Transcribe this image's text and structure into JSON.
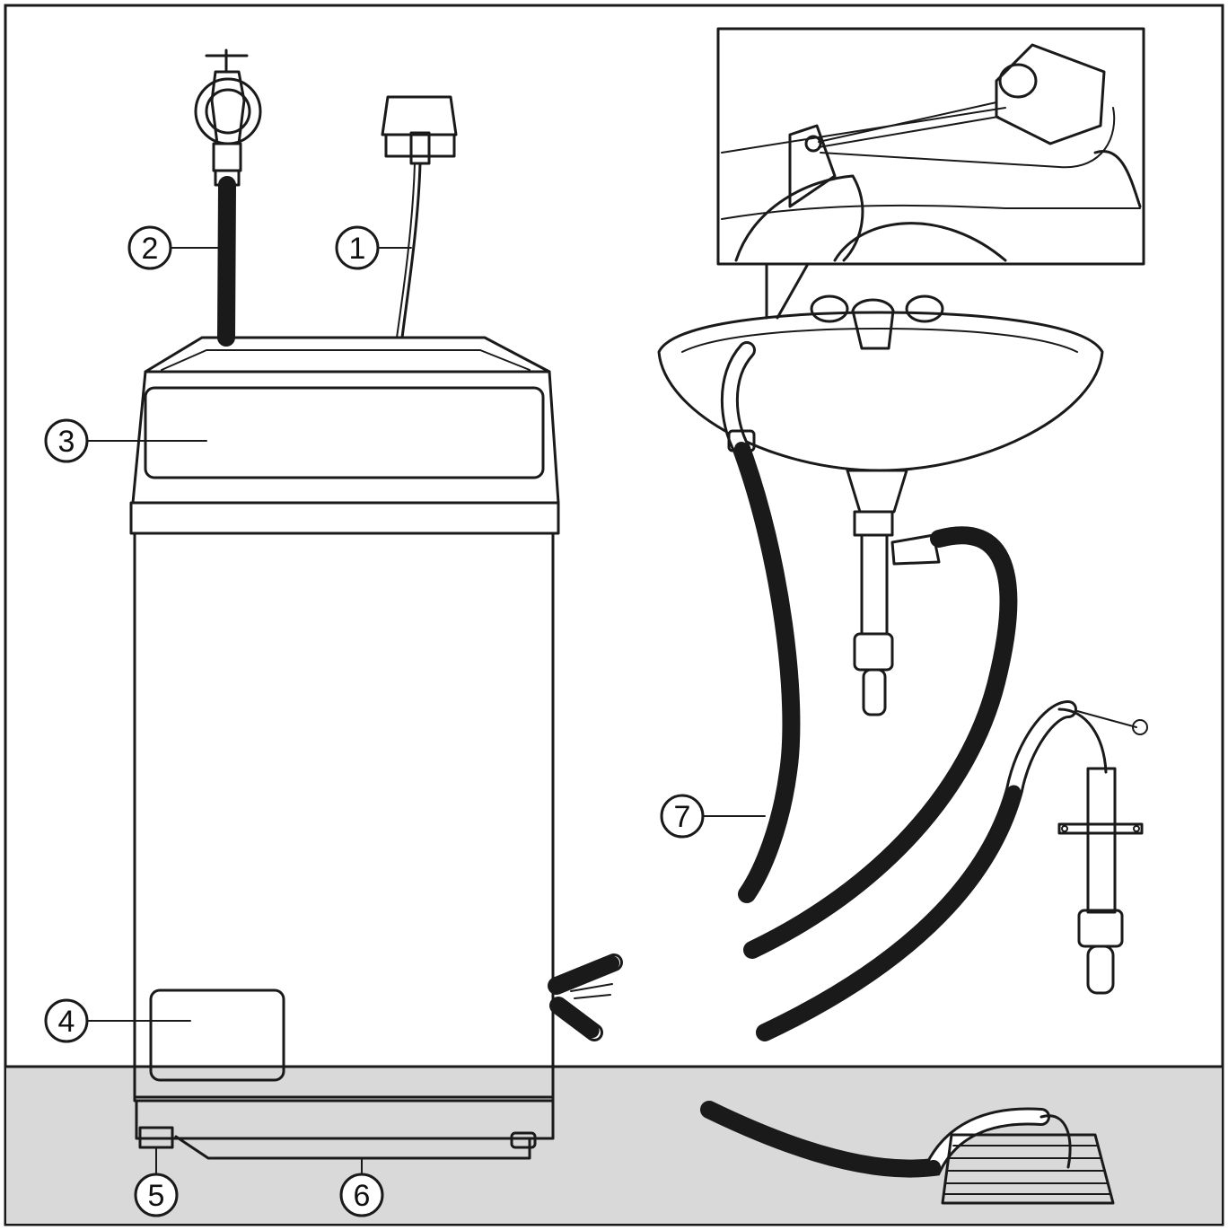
{
  "diagram": {
    "callouts": [
      {
        "id": "callout-1",
        "number": "1",
        "target": "power-plug-and-cable"
      },
      {
        "id": "callout-2",
        "number": "2",
        "target": "water-inlet-hose"
      },
      {
        "id": "callout-3",
        "number": "3",
        "target": "control-panel"
      },
      {
        "id": "callout-4",
        "number": "4",
        "target": "service-panel"
      },
      {
        "id": "callout-5",
        "number": "5",
        "target": "adjustable-foot"
      },
      {
        "id": "callout-6",
        "number": "6",
        "target": "base-plinth"
      },
      {
        "id": "callout-7",
        "number": "7",
        "target": "drain-hose"
      }
    ],
    "colors": {
      "ink": "#1a1a1a",
      "floor": "#d9d9d9",
      "background": "#ffffff"
    }
  }
}
